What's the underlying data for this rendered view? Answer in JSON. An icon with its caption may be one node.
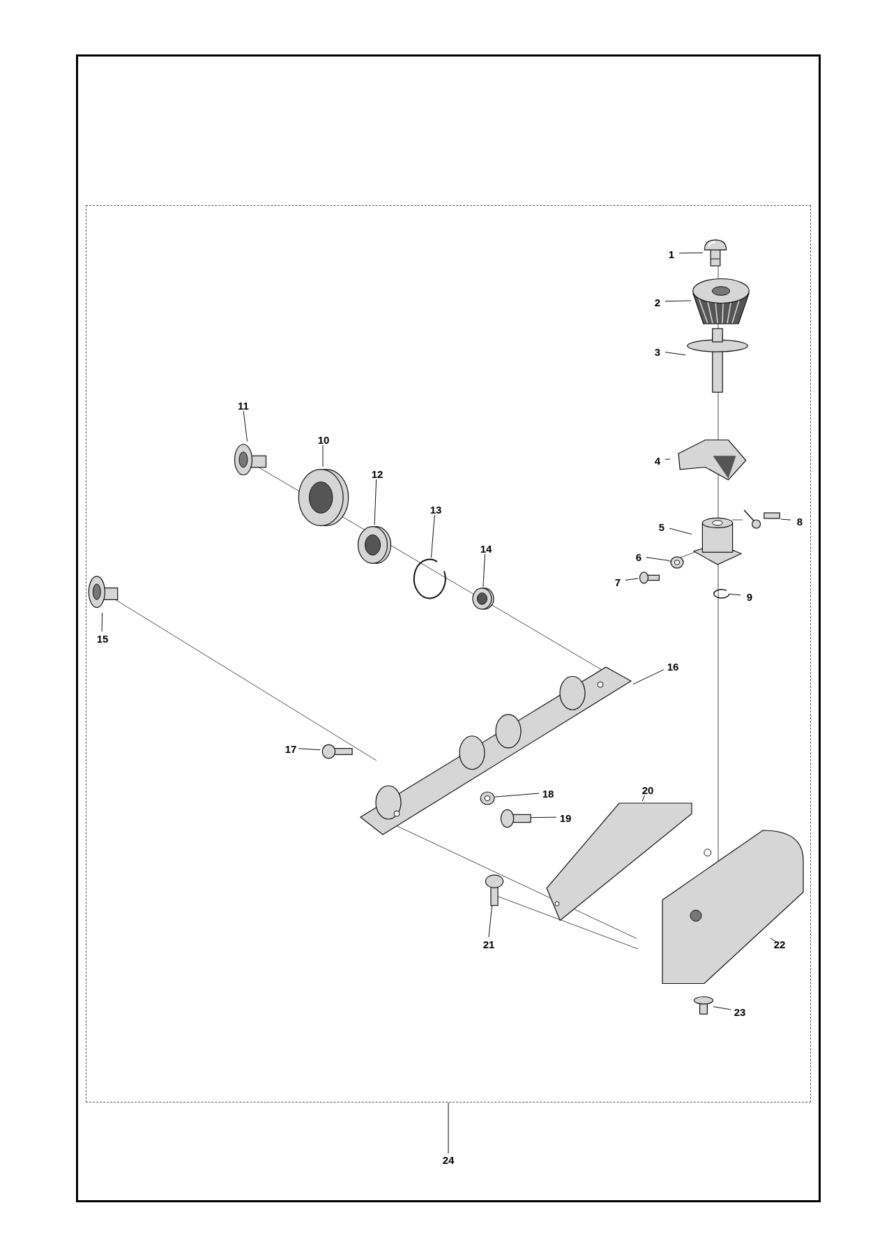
{
  "diagram": {
    "nodes": [
      {
        "text": [],
        "shape": "box"
      },
      {
        "text": [
          "1"
        ],
        "in": 0
      },
      {
        "text": [
          "2"
        ],
        "in": 0
      },
      {
        "text": [
          "3"
        ],
        "in": 0
      },
      {
        "text": [
          "4"
        ],
        "in": 0
      },
      {
        "text": [
          "5"
        ],
        "in": 0
      },
      {
        "text": [
          "6"
        ],
        "in": 0
      },
      {
        "text": [
          "7"
        ],
        "in": 0
      },
      {
        "text": [
          "8"
        ],
        "in": 0
      },
      {
        "text": [
          "9"
        ],
        "in": 0
      },
      {
        "text": [
          "10"
        ],
        "in": 0
      },
      {
        "text": [
          "11"
        ],
        "in": 0
      },
      {
        "text": [
          "12"
        ],
        "in": 0
      },
      {
        "text": [
          "13"
        ],
        "in": 0
      },
      {
        "text": [
          "14"
        ],
        "in": 0
      },
      {
        "text": [
          "15"
        ],
        "in": 0
      },
      {
        "text": [
          "16"
        ],
        "in": 0
      },
      {
        "text": [
          "17"
        ],
        "in": 0
      },
      {
        "text": [
          "18"
        ],
        "in": 0
      },
      {
        "text": [
          "19"
        ],
        "in": 0
      },
      {
        "text": [
          "20"
        ],
        "in": 0
      },
      {
        "text": [
          "21"
        ],
        "in": 0
      },
      {
        "text": [
          "22"
        ],
        "in": 0
      },
      {
        "text": [
          "23"
        ],
        "in": 0
      },
      {
        "text": [
          "24"
        ]
      },
      {
        "text": [],
        "shape": "picture",
        "in": 0
      },
      {
        "text": [],
        "shape": "picture",
        "in": 0
      },
      {
        "text": [],
        "shape": "picture",
        "in": 0
      },
      {
        "text": [],
        "shape": "picture",
        "in": 0
      },
      {
        "text": [],
        "shape": "picture",
        "in": 0
      },
      {
        "text": [],
        "shape": "picture",
        "in": 0
      },
      {
        "text": [],
        "shape": "picture",
        "in": 0
      },
      {
        "text": [],
        "shape": "picture",
        "in": 0
      },
      {
        "text": [],
        "shape": "picture",
        "in": 0
      },
      {
        "text": [],
        "shape": "picture",
        "in": 0
      },
      {
        "text": [],
        "shape": "picture",
        "in": 0
      },
      {
        "text": [],
        "shape": "picture",
        "in": 0
      },
      {
        "text": [],
        "shape": "picture",
        "in": 0
      },
      {
        "text": [],
        "shape": "picture",
        "in": 0
      },
      {
        "text": [],
        "shape": "picture",
        "in": 0
      },
      {
        "text": [],
        "shape": "picture",
        "in": 0
      },
      {
        "text": [],
        "shape": "picture",
        "in": 0
      },
      {
        "text": [],
        "shape": "picture",
        "in": 0
      },
      {
        "text": [],
        "shape": "picture",
        "in": 0
      },
      {
        "text": [],
        "shape": "picture",
        "in": 0
      },
      {
        "text": [],
        "shape": "picture",
        "in": 0
      },
      {
        "text": [],
        "shape": "picture",
        "in": 0
      },
      {
        "text": [],
        "shape": "picture",
        "in": 0
      }
    ],
    "edges": [
      {
        "from": 1,
        "to": 25,
        "arrow": "none"
      },
      {
        "from": 2,
        "to": 26,
        "arrow": "none"
      },
      {
        "from": 3,
        "to": 27,
        "arrow": "none"
      },
      {
        "from": 4,
        "to": 28,
        "arrow": "none"
      },
      {
        "from": 5,
        "to": 29,
        "arrow": "none"
      },
      {
        "from": 6,
        "to": 30,
        "arrow": "none"
      },
      {
        "from": 7,
        "to": 31,
        "arrow": "none"
      },
      {
        "from": 8,
        "to": 32,
        "arrow": "none"
      },
      {
        "from": 9,
        "to": 33,
        "arrow": "none"
      },
      {
        "from": 10,
        "to": 34,
        "arrow": "none"
      },
      {
        "from": 11,
        "to": 35,
        "arrow": "none"
      },
      {
        "from": 12,
        "to": 36,
        "arrow": "none"
      },
      {
        "from": 13,
        "to": 37,
        "arrow": "none"
      },
      {
        "from": 14,
        "to": 38,
        "arrow": "none"
      },
      {
        "from": 15,
        "to": 39,
        "arrow": "none"
      },
      {
        "from": 16,
        "to": 40,
        "arrow": "none"
      },
      {
        "from": 17,
        "to": 41,
        "arrow": "none"
      },
      {
        "from": 18,
        "to": 42,
        "arrow": "none"
      },
      {
        "from": 19,
        "to": 43,
        "arrow": "none"
      },
      {
        "from": 20,
        "to": 44,
        "arrow": "none"
      },
      {
        "from": 21,
        "to": 45,
        "arrow": "none"
      },
      {
        "from": 22,
        "to": 46,
        "arrow": "none"
      },
      {
        "from": 23,
        "to": 47,
        "arrow": "none"
      },
      {
        "from": 24,
        "to": 0,
        "arrow": "none"
      }
    ]
  }
}
